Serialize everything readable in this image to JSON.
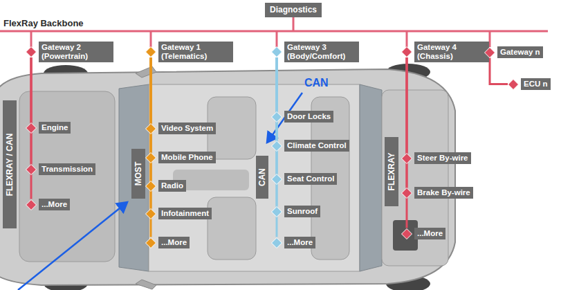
{
  "diagram": {
    "nodes": [
      {
        "text": [
          "Diagnostics"
        ]
      },
      {
        "text": [
          "Gateway 2 (Powertrain)"
        ]
      },
      {
        "text": [
          "Gateway 1 (Telematics)"
        ]
      },
      {
        "text": [
          "Gateway 3 (Body/Comfort)"
        ]
      },
      {
        "text": [
          "Gateway 4 (Chassis)"
        ]
      },
      {
        "text": [
          "Gateway n"
        ]
      },
      {
        "text": [
          "ECU n"
        ]
      },
      {
        "text": [
          "FLEXRAY / CAN"
        ]
      },
      {
        "text": [
          "Engine"
        ]
      },
      {
        "text": [
          "Transmission"
        ]
      },
      {
        "text": [
          "...More"
        ]
      },
      {
        "text": [
          "MOST"
        ]
      },
      {
        "text": [
          "Video System"
        ]
      },
      {
        "text": [
          "Mobile Phone"
        ]
      },
      {
        "text": [
          "Radio"
        ]
      },
      {
        "text": [
          "Infotainment"
        ]
      },
      {
        "text": [
          "...More"
        ]
      },
      {
        "text": [
          "CAN"
        ]
      },
      {
        "text": [
          "Door Locks"
        ]
      },
      {
        "text": [
          "Climate Control"
        ]
      },
      {
        "text": [
          "Seat Control"
        ]
      },
      {
        "text": [
          "Sunroof"
        ]
      },
      {
        "text": [
          "...More"
        ]
      },
      {
        "text": [
          "FLEXRAY"
        ]
      },
      {
        "text": [
          "Steer By-wire"
        ]
      },
      {
        "text": [
          "Brake By-wire"
        ]
      },
      {
        "text": [
          "...More"
        ]
      }
    ],
    "edges": [
      {
        "from": 1,
        "to": 8,
        "arrow": "none"
      },
      {
        "from": 1,
        "to": 9,
        "arrow": "none"
      },
      {
        "from": 1,
        "to": 10,
        "arrow": "none"
      },
      {
        "from": 2,
        "to": 12,
        "arrow": "none"
      },
      {
        "from": 2,
        "to": 13,
        "arrow": "none"
      },
      {
        "from": 2,
        "to": 14,
        "arrow": "none"
      },
      {
        "from": 2,
        "to": 15,
        "arrow": "none"
      },
      {
        "from": 2,
        "to": 16,
        "arrow": "none"
      },
      {
        "from": 3,
        "to": 18,
        "arrow": "none"
      },
      {
        "from": 3,
        "to": 19,
        "arrow": "none"
      },
      {
        "from": 3,
        "to": 20,
        "arrow": "none"
      },
      {
        "from": 3,
        "to": 21,
        "arrow": "none"
      },
      {
        "from": 3,
        "to": 22,
        "arrow": "none"
      },
      {
        "from": 4,
        "to": 24,
        "arrow": "none"
      },
      {
        "from": 4,
        "to": 25,
        "arrow": "none"
      },
      {
        "from": 4,
        "to": 26,
        "arrow": "none"
      },
      {
        "from": 5,
        "to": 6,
        "arrow": "none"
      }
    ],
    "labels": [
      "FlexRay Backbone",
      "CAN"
    ]
  }
}
